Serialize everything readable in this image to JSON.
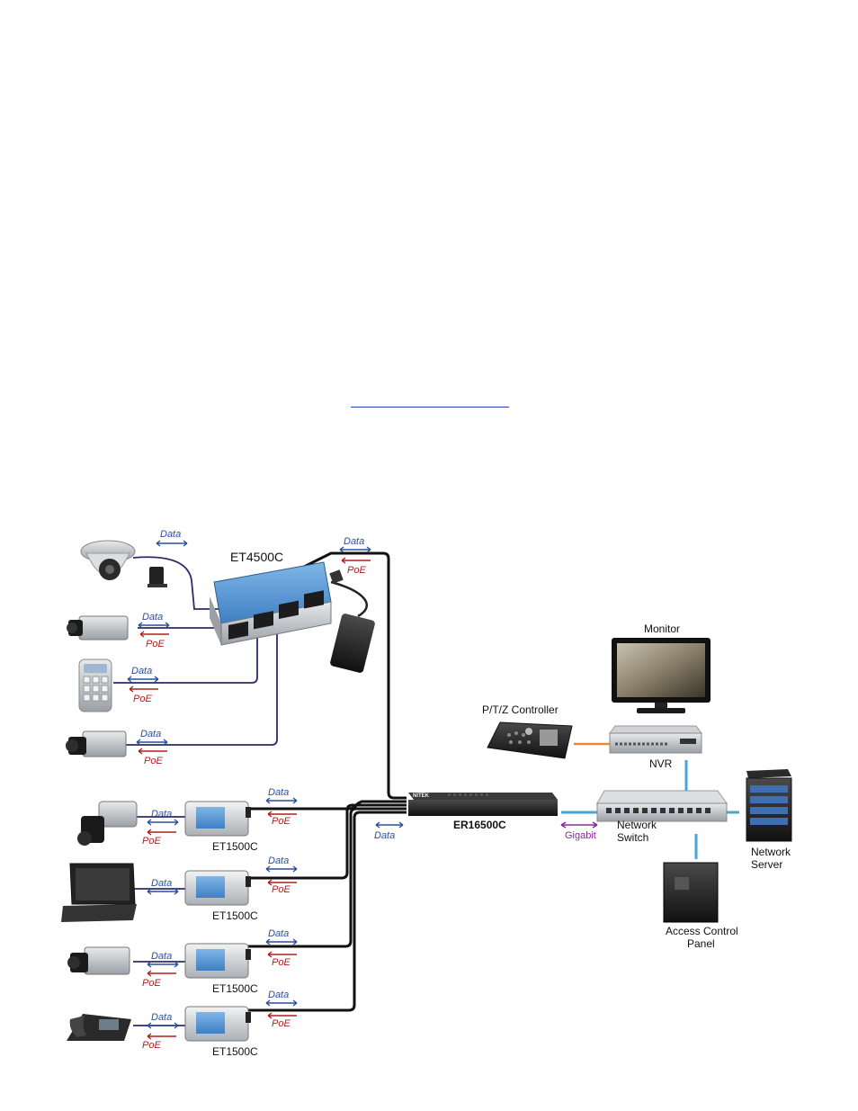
{
  "labels": {
    "et4500c": "ET4500C",
    "monitor": "Monitor",
    "ptz": "P/T/Z Controller",
    "nvr": "NVR",
    "er16500c": "ER16500C",
    "nitek": "NITEK",
    "gigabit": "Gigabit",
    "net_switch_1": "Network",
    "net_switch_2": "Switch",
    "net_server_1": "Network",
    "net_server_2": "Server",
    "access_1": "Access Control",
    "access_2": "Panel",
    "et1500c": "ET1500C",
    "data": "Data",
    "poe": "PoE"
  },
  "colors": {
    "cable_black": "#111111",
    "cable_navy": "#2b2b6a",
    "cable_blue": "#46a6d8",
    "cable_orange": "#e58a3a",
    "data_arrow": "#2a4f9e",
    "poe_arrow": "#b11e1e",
    "gigabit_arrow": "#8a2a9a"
  }
}
